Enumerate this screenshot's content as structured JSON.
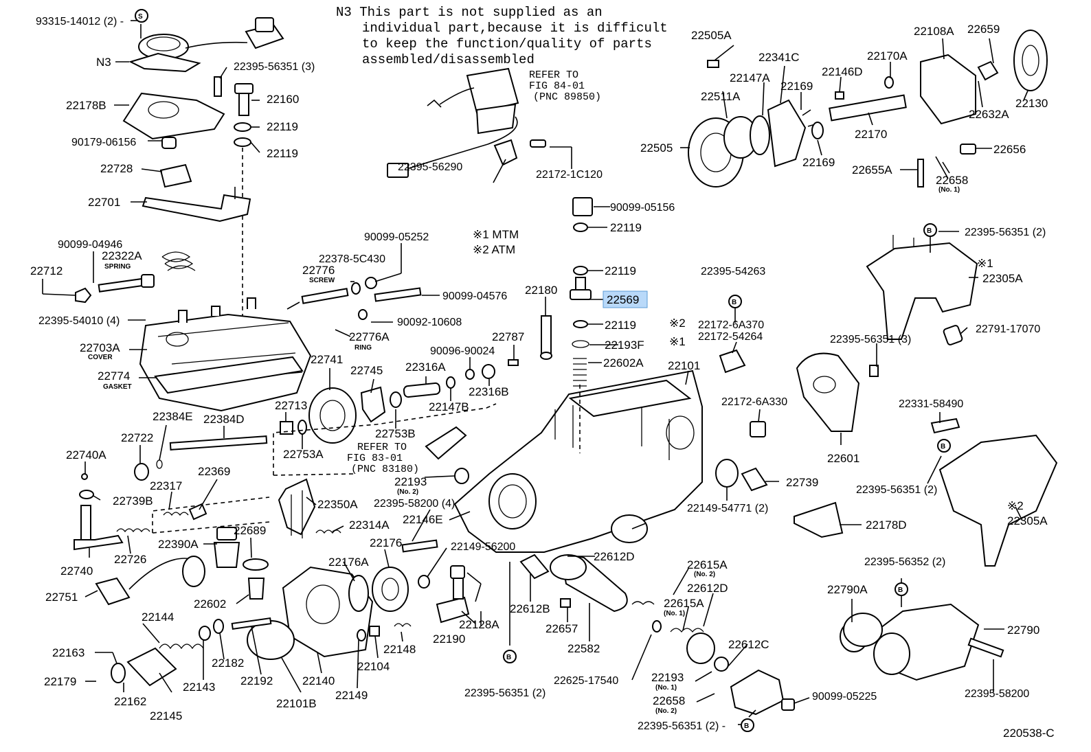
{
  "figure_code": "220538-C",
  "markers": {
    "s": "S",
    "b": "B"
  },
  "notes": {
    "n3": [
      "N3 This part is not supplied as an",
      "individual part,because it is difficult",
      "to keep the function/quality of parts",
      "assembled/disassembled"
    ],
    "refer_84": [
      "REFER TO",
      "FIG 84-01",
      "(PNC 89850)"
    ],
    "refer_83": [
      "REFER TO",
      "FIG 83-01",
      "(PNC 83180)"
    ],
    "legend": [
      "※1 MTM",
      "※2 ATM"
    ]
  },
  "highlighted_part": "22569",
  "labels": [
    "93315-14012 (2) -",
    "N3",
    "22395-56351 (3)",
    "22160",
    "22178B",
    "22119",
    "90179-06156",
    "22119",
    "22728",
    "22701",
    "90099-04946",
    "22322A",
    "SPRING",
    "22712",
    "22395-54010 (4)",
    "22703A",
    "COVER",
    "22774",
    "GASKET",
    "90099-05252",
    "22378-5C430",
    "22776",
    "SCREW",
    "90099-04576",
    "90092-10608",
    "22776A",
    "RING",
    "22741",
    "22745",
    "90096-90024",
    "22787",
    "22316A",
    "22316B",
    "22147B",
    "22753B",
    "22384E",
    "22384D",
    "22713",
    "22722",
    "22753A",
    "22740A",
    "22369",
    "22317",
    "22739B",
    "22350A",
    "22314A",
    "22689",
    "22390A",
    "22726",
    "22740",
    "22751",
    "22602",
    "22193",
    "(No. 2)",
    "22395-58200 (4)",
    "22146E",
    "22176",
    "22176A",
    "22149-56200",
    "22128A",
    "22190",
    "22144",
    "22163",
    "22182",
    "22179",
    "22143",
    "22192",
    "22140",
    "22162",
    "22145",
    "22101B",
    "22149",
    "22104",
    "22148",
    "22395-56290",
    "22172-1C120",
    "90099-05156",
    "22119",
    "22119",
    "22180",
    "22569",
    "22119",
    "22193F",
    "22602A",
    "22101",
    "22612D",
    "22612B",
    "22657",
    "22582",
    "22395-56351 (2)",
    "22625-17540",
    "22615A",
    "(No. 2)",
    "22612D",
    "22615A",
    "(No. 1)",
    "22612C",
    "22193",
    "(No. 1)",
    "22658",
    "(No. 2)",
    "22395-56351 (2) -",
    "90099-05225",
    "22395-54263",
    "※2",
    "22172-6A370",
    "※1",
    "22172-54264",
    "22172-6A330",
    "22739",
    "22149-54771 (2)",
    "22601",
    "22395-56351 (3)",
    "22331-58490",
    "22395-56351 (2)",
    "22178D",
    "※2",
    "22305A",
    "22395-56351 (2)",
    "※1",
    "22305A",
    "22791-17070",
    "22395-56352 (2)",
    "22790A",
    "22790",
    "22395-58200",
    "22505A",
    "22341C",
    "22147A",
    "22511A",
    "22169",
    "22146D",
    "22170A",
    "22108A",
    "22659",
    "22130",
    "22632A",
    "22170",
    "22505",
    "22169",
    "22656",
    "22655A",
    "22658",
    "(No. 1)"
  ]
}
